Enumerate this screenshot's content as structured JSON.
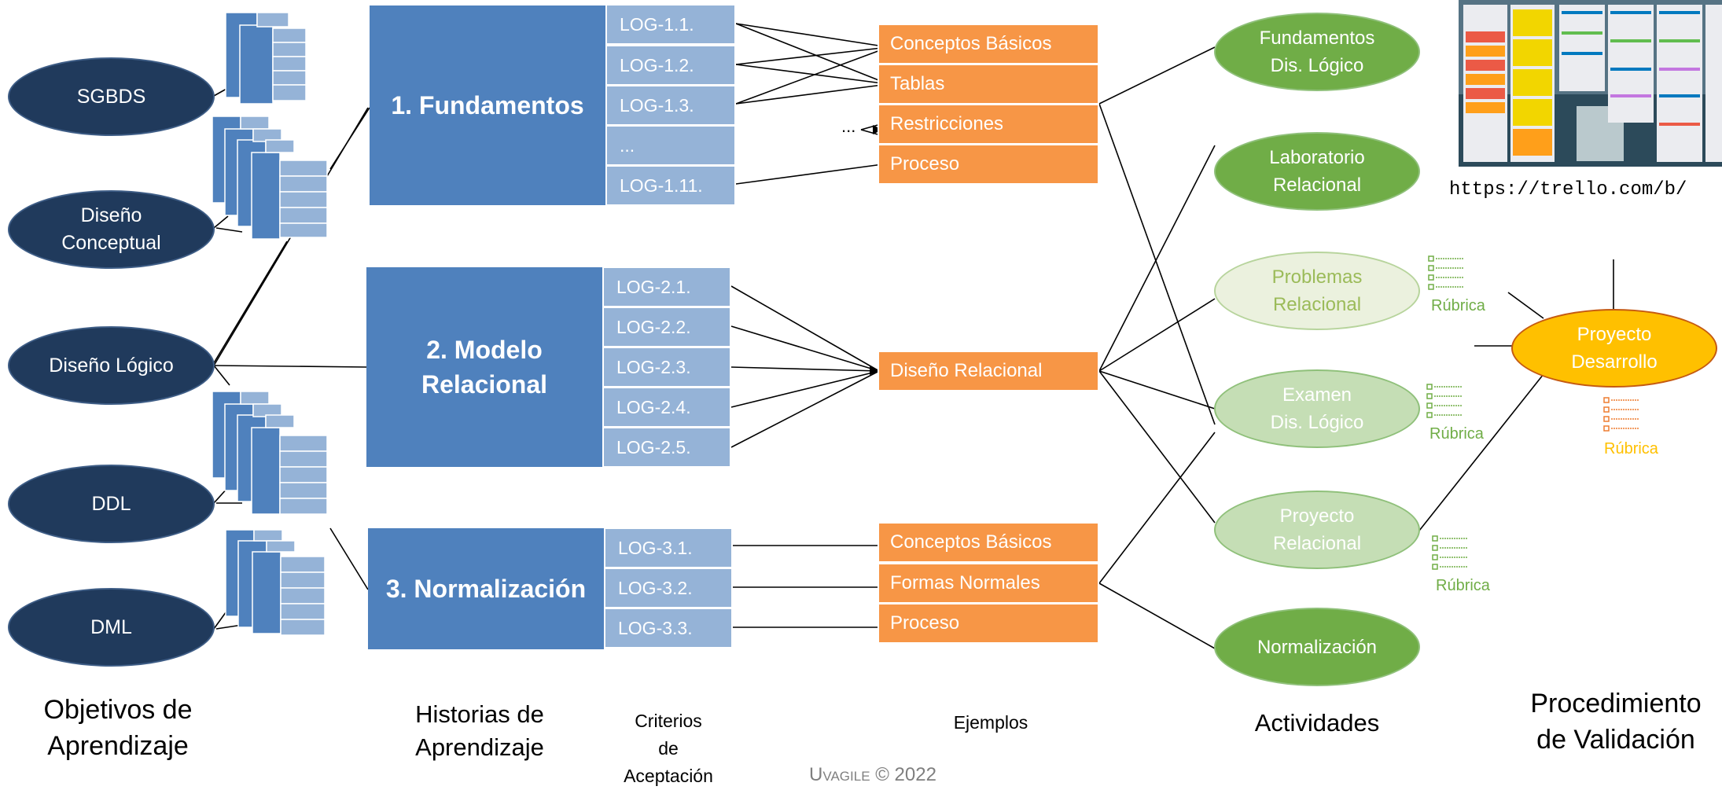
{
  "objectives": [
    "SGBDS",
    "Diseño\nConceptual",
    "Diseño Lógico",
    "DDL",
    "DML"
  ],
  "stories": [
    "1. Fundamentos",
    "2. Modelo\nRelacional",
    "3. Normalización"
  ],
  "criteria": {
    "g1": [
      "LOG-1.1.",
      "LOG-1.2.",
      "LOG-1.3.",
      "...",
      "LOG-1.11."
    ],
    "g2": [
      "LOG-2.1.",
      "LOG-2.2.",
      "LOG-2.3.",
      "LOG-2.4.",
      "LOG-2.5."
    ],
    "g3": [
      "LOG-3.1.",
      "LOG-3.2.",
      "LOG-3.3."
    ]
  },
  "examples": {
    "g1": [
      "Conceptos Básicos",
      "Tablas",
      "Restricciones",
      "Proceso"
    ],
    "g2": [
      "Diseño Relacional"
    ],
    "g3": [
      "Conceptos Básicos",
      "Formas Normales",
      "Proceso"
    ]
  },
  "examples_ellipsis": "...",
  "activities": [
    "Fundamentos\nDis. Lógico",
    "Laboratorio\nRelacional",
    "Problemas\nRelacional",
    "Examen\nDis. Lógico",
    "Proyecto\nRelacional",
    "Normalización"
  ],
  "validation": "Proyecto\nDesarrollo",
  "rubric_label": "Rúbrica",
  "trello_url": "https://trello.com/b/",
  "column_labels": {
    "objetivos": "Objetivos de\nAprendizaje",
    "historias": "Historias de\nAprendizaje",
    "criterios": "Criterios\nde\nAceptación",
    "ejemplos": "Ejemplos",
    "actividades": "Actividades",
    "procedimiento": "Procedimiento\nde Validación"
  },
  "copyright": "Uvagile © 2022",
  "colors": {
    "objective": "#203a5c",
    "story": "#4f81bd",
    "criterion": "#95b3d7",
    "example": "#f79646",
    "activity_dark": "#70ad47",
    "activity_light": "#c5deb5",
    "validation": "#ffc000",
    "rubric_green": "#70ad47",
    "rubric_orange": "#ffc000"
  }
}
